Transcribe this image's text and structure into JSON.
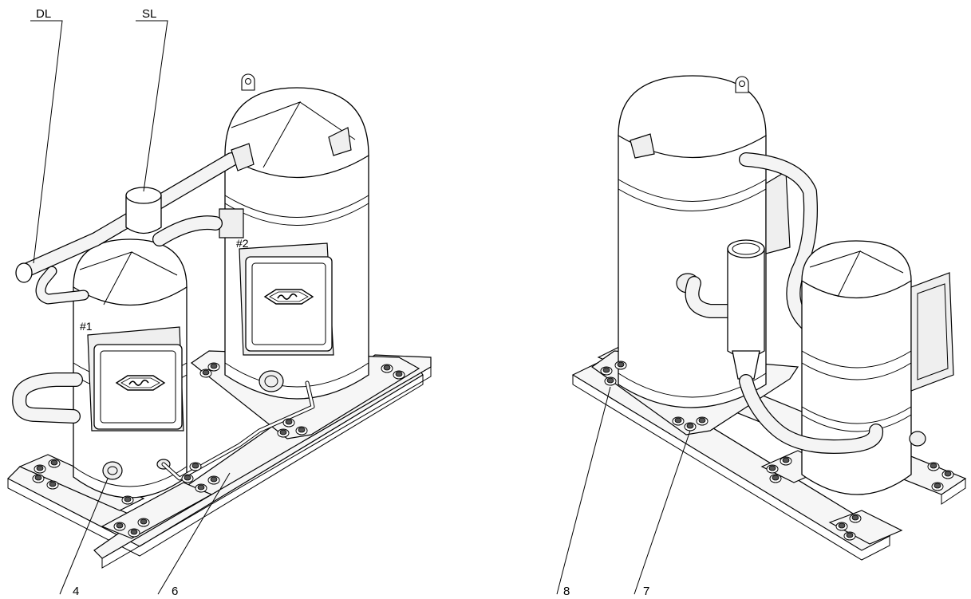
{
  "labels": {
    "dl": "DL",
    "sl": "SL",
    "compressor_1": "#1",
    "compressor_2": "#2",
    "item_4": "4",
    "item_6": "6",
    "item_7": "7",
    "item_8": "8"
  },
  "icons": [
    "bitzer-logo",
    "bolt",
    "lifting-eye"
  ]
}
